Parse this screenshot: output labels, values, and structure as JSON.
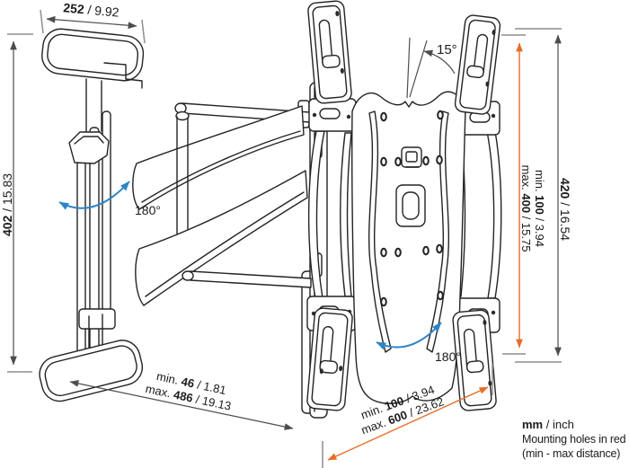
{
  "title": "TV wall mount dimension diagram",
  "colors": {
    "background": "#ffffff",
    "line_art": "#232323",
    "dimension": "#4d4d4d",
    "tick": "#8e8e8e",
    "orange": "#e56e27",
    "blue": "#2e84c6"
  },
  "labels": {
    "top_width": {
      "mm": "252",
      "inch": " / 9.92"
    },
    "left_height": {
      "mm": "402",
      "inch": " / 15.83"
    },
    "right_height": {
      "mm": "420",
      "inch": " / 16.54"
    },
    "right_holes": {
      "min_label": "min. ",
      "min_mm": "100",
      "min_inch": " / 3.94",
      "max_label": "max. ",
      "max_mm": "400",
      "max_inch": " / 15.75"
    },
    "arm_depth": {
      "min_label": "min. ",
      "min_mm": "46",
      "min_inch": " / 1.81",
      "max_label": "max. ",
      "max_mm": "486",
      "max_inch": " / 19.13"
    },
    "bottom_holes": {
      "min_label": "min. ",
      "min_mm": "100",
      "min_inch": " / 3.94",
      "max_label": "max. ",
      "max_mm": "600",
      "max_inch": " / 23.62"
    },
    "tilt_angle": "15°",
    "swivel_left": "180°",
    "swivel_right": "180°",
    "legend": {
      "units_mm": "mm",
      "units_inch": " / inch",
      "note_line1": "Mounting holes in red",
      "note_line2": "(min - max distance)"
    }
  }
}
